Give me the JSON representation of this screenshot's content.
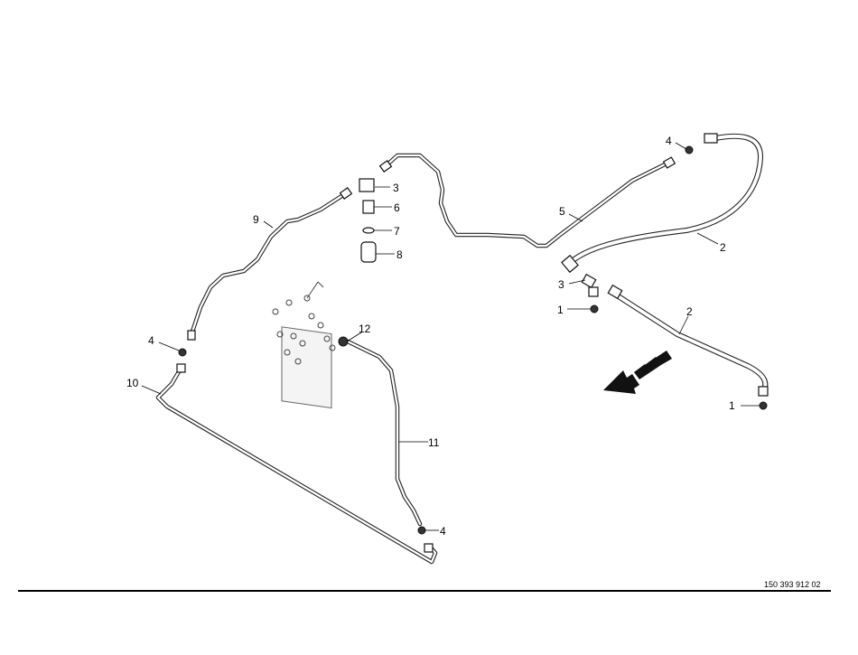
{
  "callouts": [
    {
      "id": "c4a",
      "text": "4"
    },
    {
      "id": "c3a",
      "text": "3"
    },
    {
      "id": "c6",
      "text": "6"
    },
    {
      "id": "c7",
      "text": "7"
    },
    {
      "id": "c8",
      "text": "8"
    },
    {
      "id": "c9",
      "text": "9"
    },
    {
      "id": "c5",
      "text": "5"
    },
    {
      "id": "c2a",
      "text": "2"
    },
    {
      "id": "c3b",
      "text": "3"
    },
    {
      "id": "c1a",
      "text": "1"
    },
    {
      "id": "c2b",
      "text": "2"
    },
    {
      "id": "c12",
      "text": "12"
    },
    {
      "id": "c4b",
      "text": "4"
    },
    {
      "id": "c10",
      "text": "10"
    },
    {
      "id": "c1b",
      "text": "1"
    },
    {
      "id": "c11",
      "text": "11"
    },
    {
      "id": "c4c",
      "text": "4"
    }
  ],
  "footer": {
    "document_number": "150 393 912 02"
  }
}
